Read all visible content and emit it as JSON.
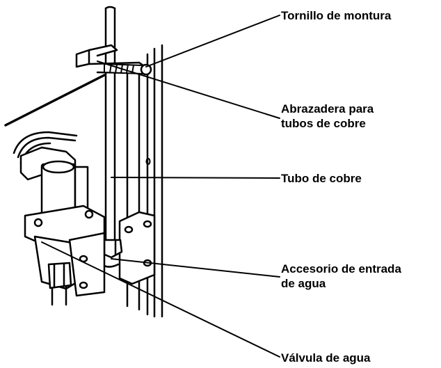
{
  "labels": {
    "mounting_screw": "Tornillo de montura",
    "clamp_line1": "Abrazadera para",
    "clamp_line2": "tubos de cobre",
    "copper_tube": "Tubo de cobre",
    "inlet_fitting_line1": "Accesorio de entrada",
    "inlet_fitting_line2": "de agua",
    "water_valve": "Válvula de agua"
  },
  "colors": {
    "ink": "#000000",
    "paper": "#ffffff"
  }
}
